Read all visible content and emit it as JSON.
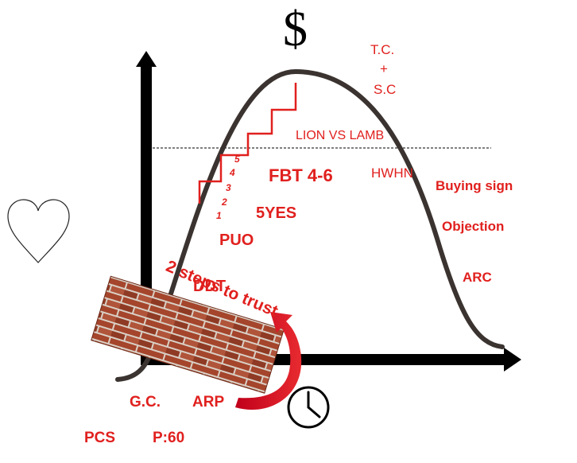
{
  "symbols": {
    "dollar": "$"
  },
  "labels": {
    "tc": "T.C.",
    "plus": "+",
    "sc": "S.C",
    "lion_vs_lamb": "LION VS LAMB",
    "fbt": "FBT 4-6",
    "hwhn": "HWHN",
    "buying_sign": "Buying sign",
    "five_yes": "5YES",
    "objection": "Objection",
    "puo": "PUO",
    "two_steps": "2 steps to trust",
    "ddt": "DDT",
    "arc": "ARC",
    "gc": "G.C.",
    "arp": "ARP",
    "pcs": "PCS",
    "p60": "P:60"
  },
  "steps": [
    "1",
    "2",
    "3",
    "4",
    "5"
  ],
  "icons": [
    "heart-icon",
    "clock-icon",
    "brick-wall",
    "curved-arrow",
    "dollar-sign"
  ],
  "colors": {
    "accent": "#e0201e",
    "axis": "#000000",
    "curve": "#3a3330",
    "brick": "#a0402a"
  }
}
